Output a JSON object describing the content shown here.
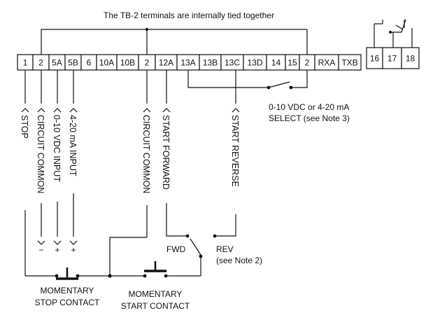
{
  "header_note": "The TB-2 terminals are internally tied together",
  "terminals_main": [
    "1",
    "2",
    "5A",
    "5B",
    "6",
    "10A",
    "10B",
    "2",
    "12A",
    "13A",
    "13B",
    "13C",
    "13D",
    "14",
    "15",
    "2",
    "RXA",
    "TXB"
  ],
  "terminals_relay": [
    "16",
    "17",
    "18"
  ],
  "select_note": {
    "line1": "0-10 VDC or 4-20 mA",
    "line2": "SELECT (see Note 3)"
  },
  "wire_labels": {
    "stop": "STOP",
    "circuit_common": "CIRCUIT COMMON",
    "vdc_input": "0-10 VDC INPUT",
    "ma_input": "4-20 mA INPUT",
    "circuit_common_2": "CIRCUIT COMMON",
    "start_forward": "START FORWARD",
    "start_reverse": "START REVERSE"
  },
  "polarity": {
    "minus": "−",
    "plus_1": "+",
    "plus_2": "+"
  },
  "switch_labels": {
    "fwd": "FWD",
    "rev": "REV",
    "rev_note": "(see Note 2)"
  },
  "contacts": {
    "stop": {
      "line1": "MOMENTARY",
      "line2": "STOP CONTACT"
    },
    "start": {
      "line1": "MOMENTARY",
      "line2": "START CONTACT"
    }
  }
}
